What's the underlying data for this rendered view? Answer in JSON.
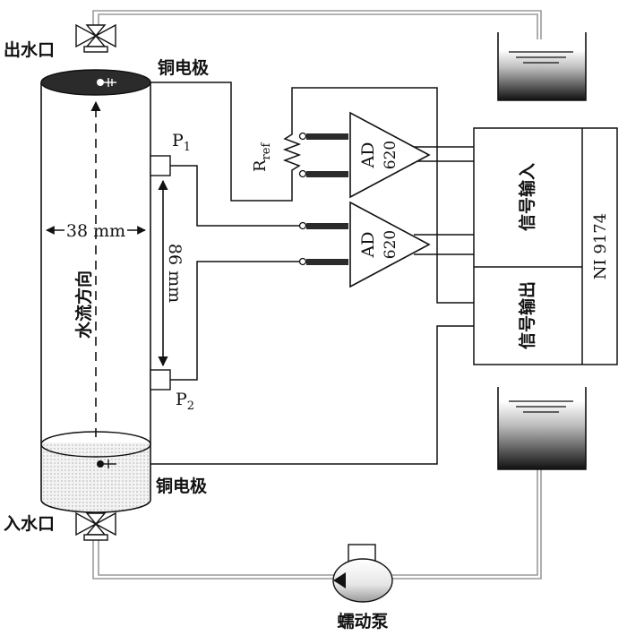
{
  "labels": {
    "outlet": "出水口",
    "inlet": "入水口",
    "copper_electrode_top": "铜电极",
    "copper_electrode_bottom": "铜电极",
    "diameter": "38 mm",
    "spacing": "86 mm",
    "flow_direction": "水流方向",
    "p1_letter": "P",
    "p1_sub": "1",
    "p2_letter": "P",
    "p2_sub": "2",
    "rref_letter": "R",
    "rref_sub": "ref",
    "amp1_ad": "AD",
    "amp1_num": "620",
    "amp2_ad": "AD",
    "amp2_num": "620",
    "signal_input": "信号输入",
    "signal_output": "信号输出",
    "daq_model": "NI 9174",
    "pump": "蠕动泵"
  },
  "colors": {
    "line": "#111111",
    "tube": "#9a9a9a",
    "electrode_cap": "#2b2b2b",
    "water_dark": "#1a1a1a"
  }
}
